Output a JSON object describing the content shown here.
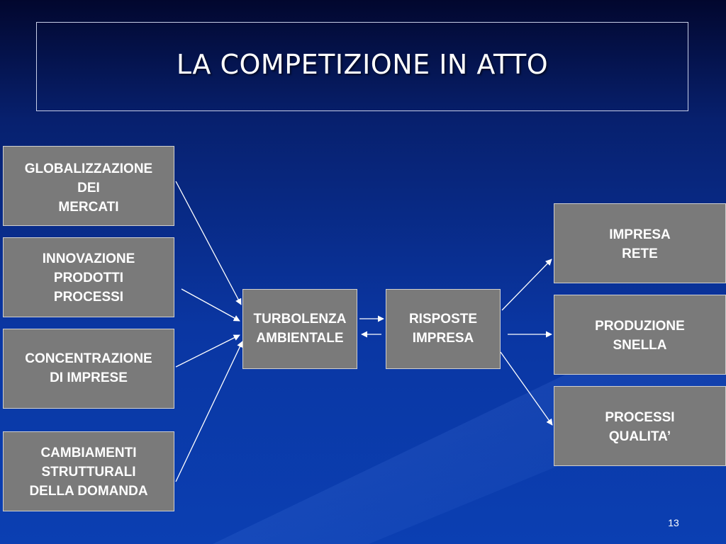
{
  "slide": {
    "title": "LA COMPETIZIONE IN ATTO",
    "page_number": "13"
  },
  "colors": {
    "background_top": "#050a3a",
    "background_mid": "#0a2a8c",
    "background_bottom": "#0a3fb0",
    "node_fill": "#7a7a7a",
    "node_border": "#cfcfcf",
    "arrow": "#ffffff"
  },
  "diagram": {
    "drivers": [
      {
        "id": "globalizzazione",
        "label": "GLOBALIZZAZIONE\nDEI\nMERCATI"
      },
      {
        "id": "innovazione",
        "label": "INNOVAZIONE\nPRODOTTI\nPROCESSI"
      },
      {
        "id": "concentrazione",
        "label": "CONCENTRAZIONE\nDI IMPRESE"
      },
      {
        "id": "cambiamenti",
        "label": "CAMBIAMENTI\nSTRUTTURALI\nDELLA DOMANDA"
      }
    ],
    "center": {
      "id": "turbolenza",
      "label": "TURBOLENZA\nAMBIENTALE"
    },
    "response": {
      "id": "risposte",
      "label": "RISPOSTE\nIMPRESA"
    },
    "outcomes": [
      {
        "id": "impresa-rete",
        "label": "IMPRESA\nRETE"
      },
      {
        "id": "produzione-snella",
        "label": "PRODUZIONE\nSNELLA"
      },
      {
        "id": "processi-qualita",
        "label": "PROCESSI\nQUALITA’"
      }
    ],
    "edges": [
      {
        "from": "globalizzazione",
        "to": "turbolenza"
      },
      {
        "from": "innovazione",
        "to": "turbolenza"
      },
      {
        "from": "concentrazione",
        "to": "turbolenza"
      },
      {
        "from": "cambiamenti",
        "to": "turbolenza"
      },
      {
        "from": "turbolenza",
        "to": "risposte"
      },
      {
        "from": "risposte",
        "to": "turbolenza"
      },
      {
        "from": "risposte",
        "to": "impresa-rete"
      },
      {
        "from": "risposte",
        "to": "produzione-snella"
      },
      {
        "from": "risposte",
        "to": "processi-qualita"
      }
    ]
  }
}
